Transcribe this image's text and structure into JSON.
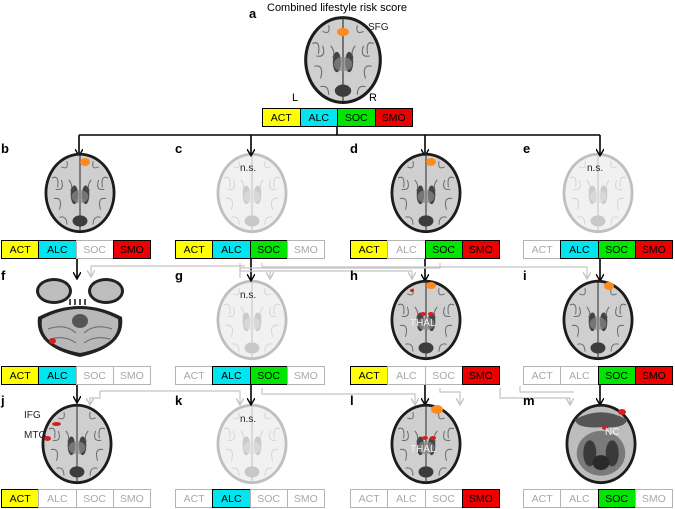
{
  "title": "Combined lifestyle risk score",
  "colors": {
    "ACT": "#ffff00",
    "ALC": "#00e5ee",
    "SOC": "#00e600",
    "SMO": "#ee0000",
    "blob_orange": "#ff8a1e",
    "blob_red": "#d42020"
  },
  "side_labels": {
    "left": "L",
    "right": "R"
  },
  "panels": [
    {
      "id": "a",
      "label": "a",
      "annotations": [
        "SFG"
      ],
      "factors": [
        {
          "name": "ACT",
          "on": true
        },
        {
          "name": "ALC",
          "on": true
        },
        {
          "name": "SOC",
          "on": true
        },
        {
          "name": "SMO",
          "on": true
        }
      ]
    },
    {
      "id": "b",
      "label": "b",
      "annotations": [],
      "factors": [
        {
          "name": "ACT",
          "on": true
        },
        {
          "name": "ALC",
          "on": true
        },
        {
          "name": "SOC",
          "on": false
        },
        {
          "name": "SMO",
          "on": true
        }
      ]
    },
    {
      "id": "c",
      "label": "c",
      "annotations": [
        "n.s."
      ],
      "factors": [
        {
          "name": "ACT",
          "on": true
        },
        {
          "name": "ALC",
          "on": true
        },
        {
          "name": "SOC",
          "on": true
        },
        {
          "name": "SMO",
          "on": false
        }
      ]
    },
    {
      "id": "d",
      "label": "d",
      "annotations": [],
      "factors": [
        {
          "name": "ACT",
          "on": true
        },
        {
          "name": "ALC",
          "on": false
        },
        {
          "name": "SOC",
          "on": true
        },
        {
          "name": "SMO",
          "on": true
        }
      ]
    },
    {
      "id": "e",
      "label": "e",
      "annotations": [
        "n.s."
      ],
      "factors": [
        {
          "name": "ACT",
          "on": false
        },
        {
          "name": "ALC",
          "on": true
        },
        {
          "name": "SOC",
          "on": true
        },
        {
          "name": "SMO",
          "on": true
        }
      ]
    },
    {
      "id": "f",
      "label": "f",
      "annotations": [],
      "factors": [
        {
          "name": "ACT",
          "on": true
        },
        {
          "name": "ALC",
          "on": true
        },
        {
          "name": "SOC",
          "on": false
        },
        {
          "name": "SMO",
          "on": false
        }
      ]
    },
    {
      "id": "g",
      "label": "g",
      "annotations": [
        "n.s."
      ],
      "factors": [
        {
          "name": "ACT",
          "on": false
        },
        {
          "name": "ALC",
          "on": true
        },
        {
          "name": "SOC",
          "on": true
        },
        {
          "name": "SMO",
          "on": false
        }
      ]
    },
    {
      "id": "h",
      "label": "h",
      "annotations": [
        "THAL"
      ],
      "factors": [
        {
          "name": "ACT",
          "on": true
        },
        {
          "name": "ALC",
          "on": false
        },
        {
          "name": "SOC",
          "on": false
        },
        {
          "name": "SMO",
          "on": true
        }
      ]
    },
    {
      "id": "i",
      "label": "i",
      "annotations": [],
      "factors": [
        {
          "name": "ACT",
          "on": false
        },
        {
          "name": "ALC",
          "on": false
        },
        {
          "name": "SOC",
          "on": true
        },
        {
          "name": "SMO",
          "on": true
        }
      ]
    },
    {
      "id": "j",
      "label": "j",
      "annotations": [
        "IFG",
        "MTG"
      ],
      "factors": [
        {
          "name": "ACT",
          "on": true
        },
        {
          "name": "ALC",
          "on": false
        },
        {
          "name": "SOC",
          "on": false
        },
        {
          "name": "SMO",
          "on": false
        }
      ]
    },
    {
      "id": "k",
      "label": "k",
      "annotations": [
        "n.s."
      ],
      "factors": [
        {
          "name": "ACT",
          "on": false
        },
        {
          "name": "ALC",
          "on": true
        },
        {
          "name": "SOC",
          "on": false
        },
        {
          "name": "SMO",
          "on": false
        }
      ]
    },
    {
      "id": "l",
      "label": "l",
      "annotations": [
        "THAL"
      ],
      "factors": [
        {
          "name": "ACT",
          "on": false
        },
        {
          "name": "ALC",
          "on": false
        },
        {
          "name": "SOC",
          "on": false
        },
        {
          "name": "SMO",
          "on": true
        }
      ]
    },
    {
      "id": "m",
      "label": "m",
      "annotations": [
        "NC"
      ],
      "factors": [
        {
          "name": "ACT",
          "on": false
        },
        {
          "name": "ALC",
          "on": false
        },
        {
          "name": "SOC",
          "on": true
        },
        {
          "name": "SMO",
          "on": false
        }
      ]
    }
  ]
}
